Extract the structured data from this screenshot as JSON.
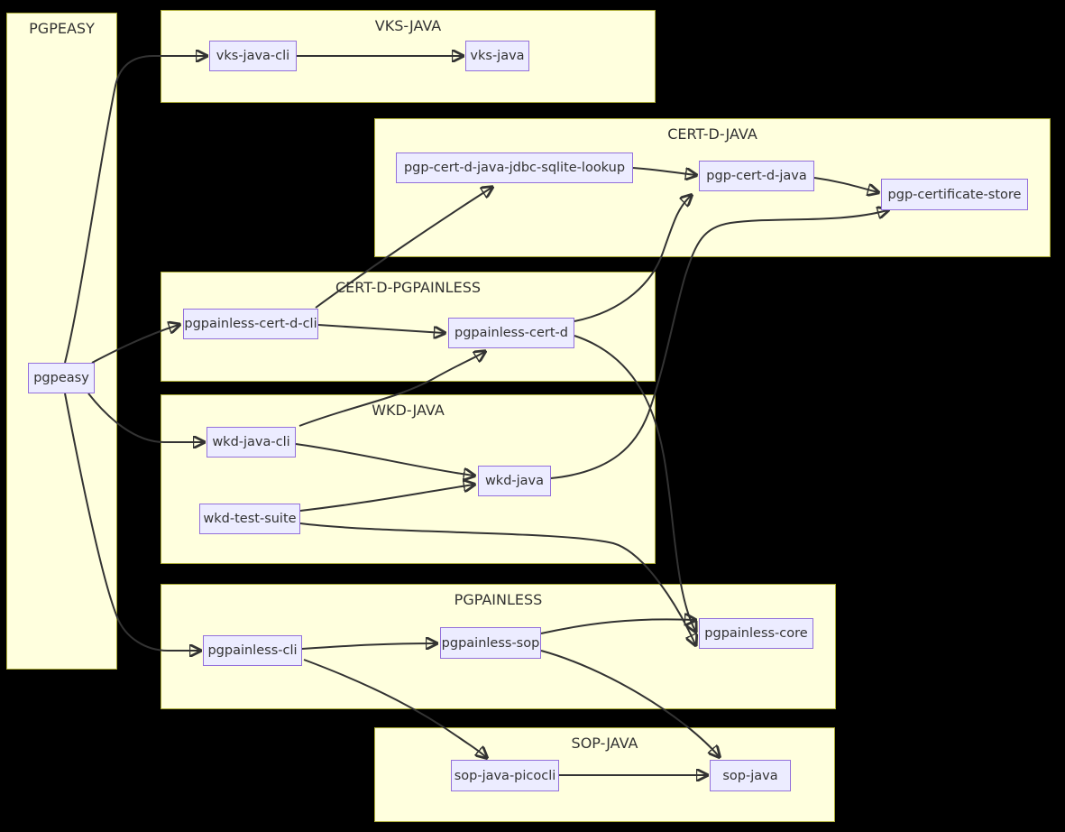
{
  "diagram": {
    "type": "dependency-graph",
    "background_color": "#000000",
    "cluster_fill": "#ffffde",
    "cluster_border": "#aaaa33",
    "node_fill": "#ececff",
    "node_border": "#9370db",
    "edge_color": "#333333",
    "text_color": "#333333",
    "clusters": [
      {
        "id": "pgpeasy-group",
        "label": "PGPEASY"
      },
      {
        "id": "vks-java-group",
        "label": "VKS-JAVA"
      },
      {
        "id": "cert-d-java-group",
        "label": "CERT-D-JAVA"
      },
      {
        "id": "cert-d-pgpainless-group",
        "label": "CERT-D-PGPAINLESS"
      },
      {
        "id": "wkd-java-group",
        "label": "WKD-JAVA"
      },
      {
        "id": "pgpainless-group",
        "label": "PGPAINLESS"
      },
      {
        "id": "sop-java-group",
        "label": "SOP-JAVA"
      }
    ],
    "nodes": [
      {
        "id": "pgpeasy",
        "label": "pgpeasy",
        "cluster": "PGPEASY"
      },
      {
        "id": "vks-java-cli",
        "label": "vks-java-cli",
        "cluster": "VKS-JAVA"
      },
      {
        "id": "vks-java",
        "label": "vks-java",
        "cluster": "VKS-JAVA"
      },
      {
        "id": "pgp-cert-d-java-jdbc-sqlite-lookup",
        "label": "pgp-cert-d-java-jdbc-sqlite-lookup",
        "cluster": "CERT-D-JAVA"
      },
      {
        "id": "pgp-cert-d-java",
        "label": "pgp-cert-d-java",
        "cluster": "CERT-D-JAVA"
      },
      {
        "id": "pgp-certificate-store",
        "label": "pgp-certificate-store",
        "cluster": "CERT-D-JAVA"
      },
      {
        "id": "pgpainless-cert-d-cli",
        "label": "pgpainless-cert-d-cli",
        "cluster": "CERT-D-PGPAINLESS"
      },
      {
        "id": "pgpainless-cert-d",
        "label": "pgpainless-cert-d",
        "cluster": "CERT-D-PGPAINLESS"
      },
      {
        "id": "wkd-java-cli",
        "label": "wkd-java-cli",
        "cluster": "WKD-JAVA"
      },
      {
        "id": "wkd-test-suite",
        "label": "wkd-test-suite",
        "cluster": "WKD-JAVA"
      },
      {
        "id": "wkd-java",
        "label": "wkd-java",
        "cluster": "WKD-JAVA"
      },
      {
        "id": "pgpainless-cli",
        "label": "pgpainless-cli",
        "cluster": "PGPAINLESS"
      },
      {
        "id": "pgpainless-sop",
        "label": "pgpainless-sop",
        "cluster": "PGPAINLESS"
      },
      {
        "id": "pgpainless-core",
        "label": "pgpainless-core",
        "cluster": "PGPAINLESS"
      },
      {
        "id": "sop-java-picocli",
        "label": "sop-java-picocli",
        "cluster": "SOP-JAVA"
      },
      {
        "id": "sop-java",
        "label": "sop-java",
        "cluster": "SOP-JAVA"
      }
    ],
    "edges": [
      {
        "from": "pgpeasy",
        "to": "vks-java-cli"
      },
      {
        "from": "pgpeasy",
        "to": "pgpainless-cert-d-cli"
      },
      {
        "from": "pgpeasy",
        "to": "wkd-java-cli"
      },
      {
        "from": "pgpeasy",
        "to": "pgpainless-cli"
      },
      {
        "from": "vks-java-cli",
        "to": "vks-java"
      },
      {
        "from": "pgp-cert-d-java-jdbc-sqlite-lookup",
        "to": "pgp-cert-d-java"
      },
      {
        "from": "pgp-cert-d-java",
        "to": "pgp-certificate-store"
      },
      {
        "from": "pgpainless-cert-d-cli",
        "to": "pgp-cert-d-java-jdbc-sqlite-lookup"
      },
      {
        "from": "pgpainless-cert-d-cli",
        "to": "pgpainless-cert-d"
      },
      {
        "from": "pgpainless-cert-d",
        "to": "pgp-cert-d-java"
      },
      {
        "from": "pgpainless-cert-d",
        "to": "pgpainless-core"
      },
      {
        "from": "wkd-java-cli",
        "to": "wkd-java"
      },
      {
        "from": "wkd-java-cli",
        "to": "pgpainless-cert-d"
      },
      {
        "from": "wkd-test-suite",
        "to": "wkd-java"
      },
      {
        "from": "wkd-test-suite",
        "to": "pgpainless-core"
      },
      {
        "from": "wkd-java",
        "to": "pgp-certificate-store"
      },
      {
        "from": "pgpainless-cli",
        "to": "pgpainless-sop"
      },
      {
        "from": "pgpainless-cli",
        "to": "sop-java-picocli"
      },
      {
        "from": "pgpainless-sop",
        "to": "pgpainless-core"
      },
      {
        "from": "pgpainless-sop",
        "to": "sop-java"
      },
      {
        "from": "sop-java-picocli",
        "to": "sop-java"
      }
    ]
  }
}
